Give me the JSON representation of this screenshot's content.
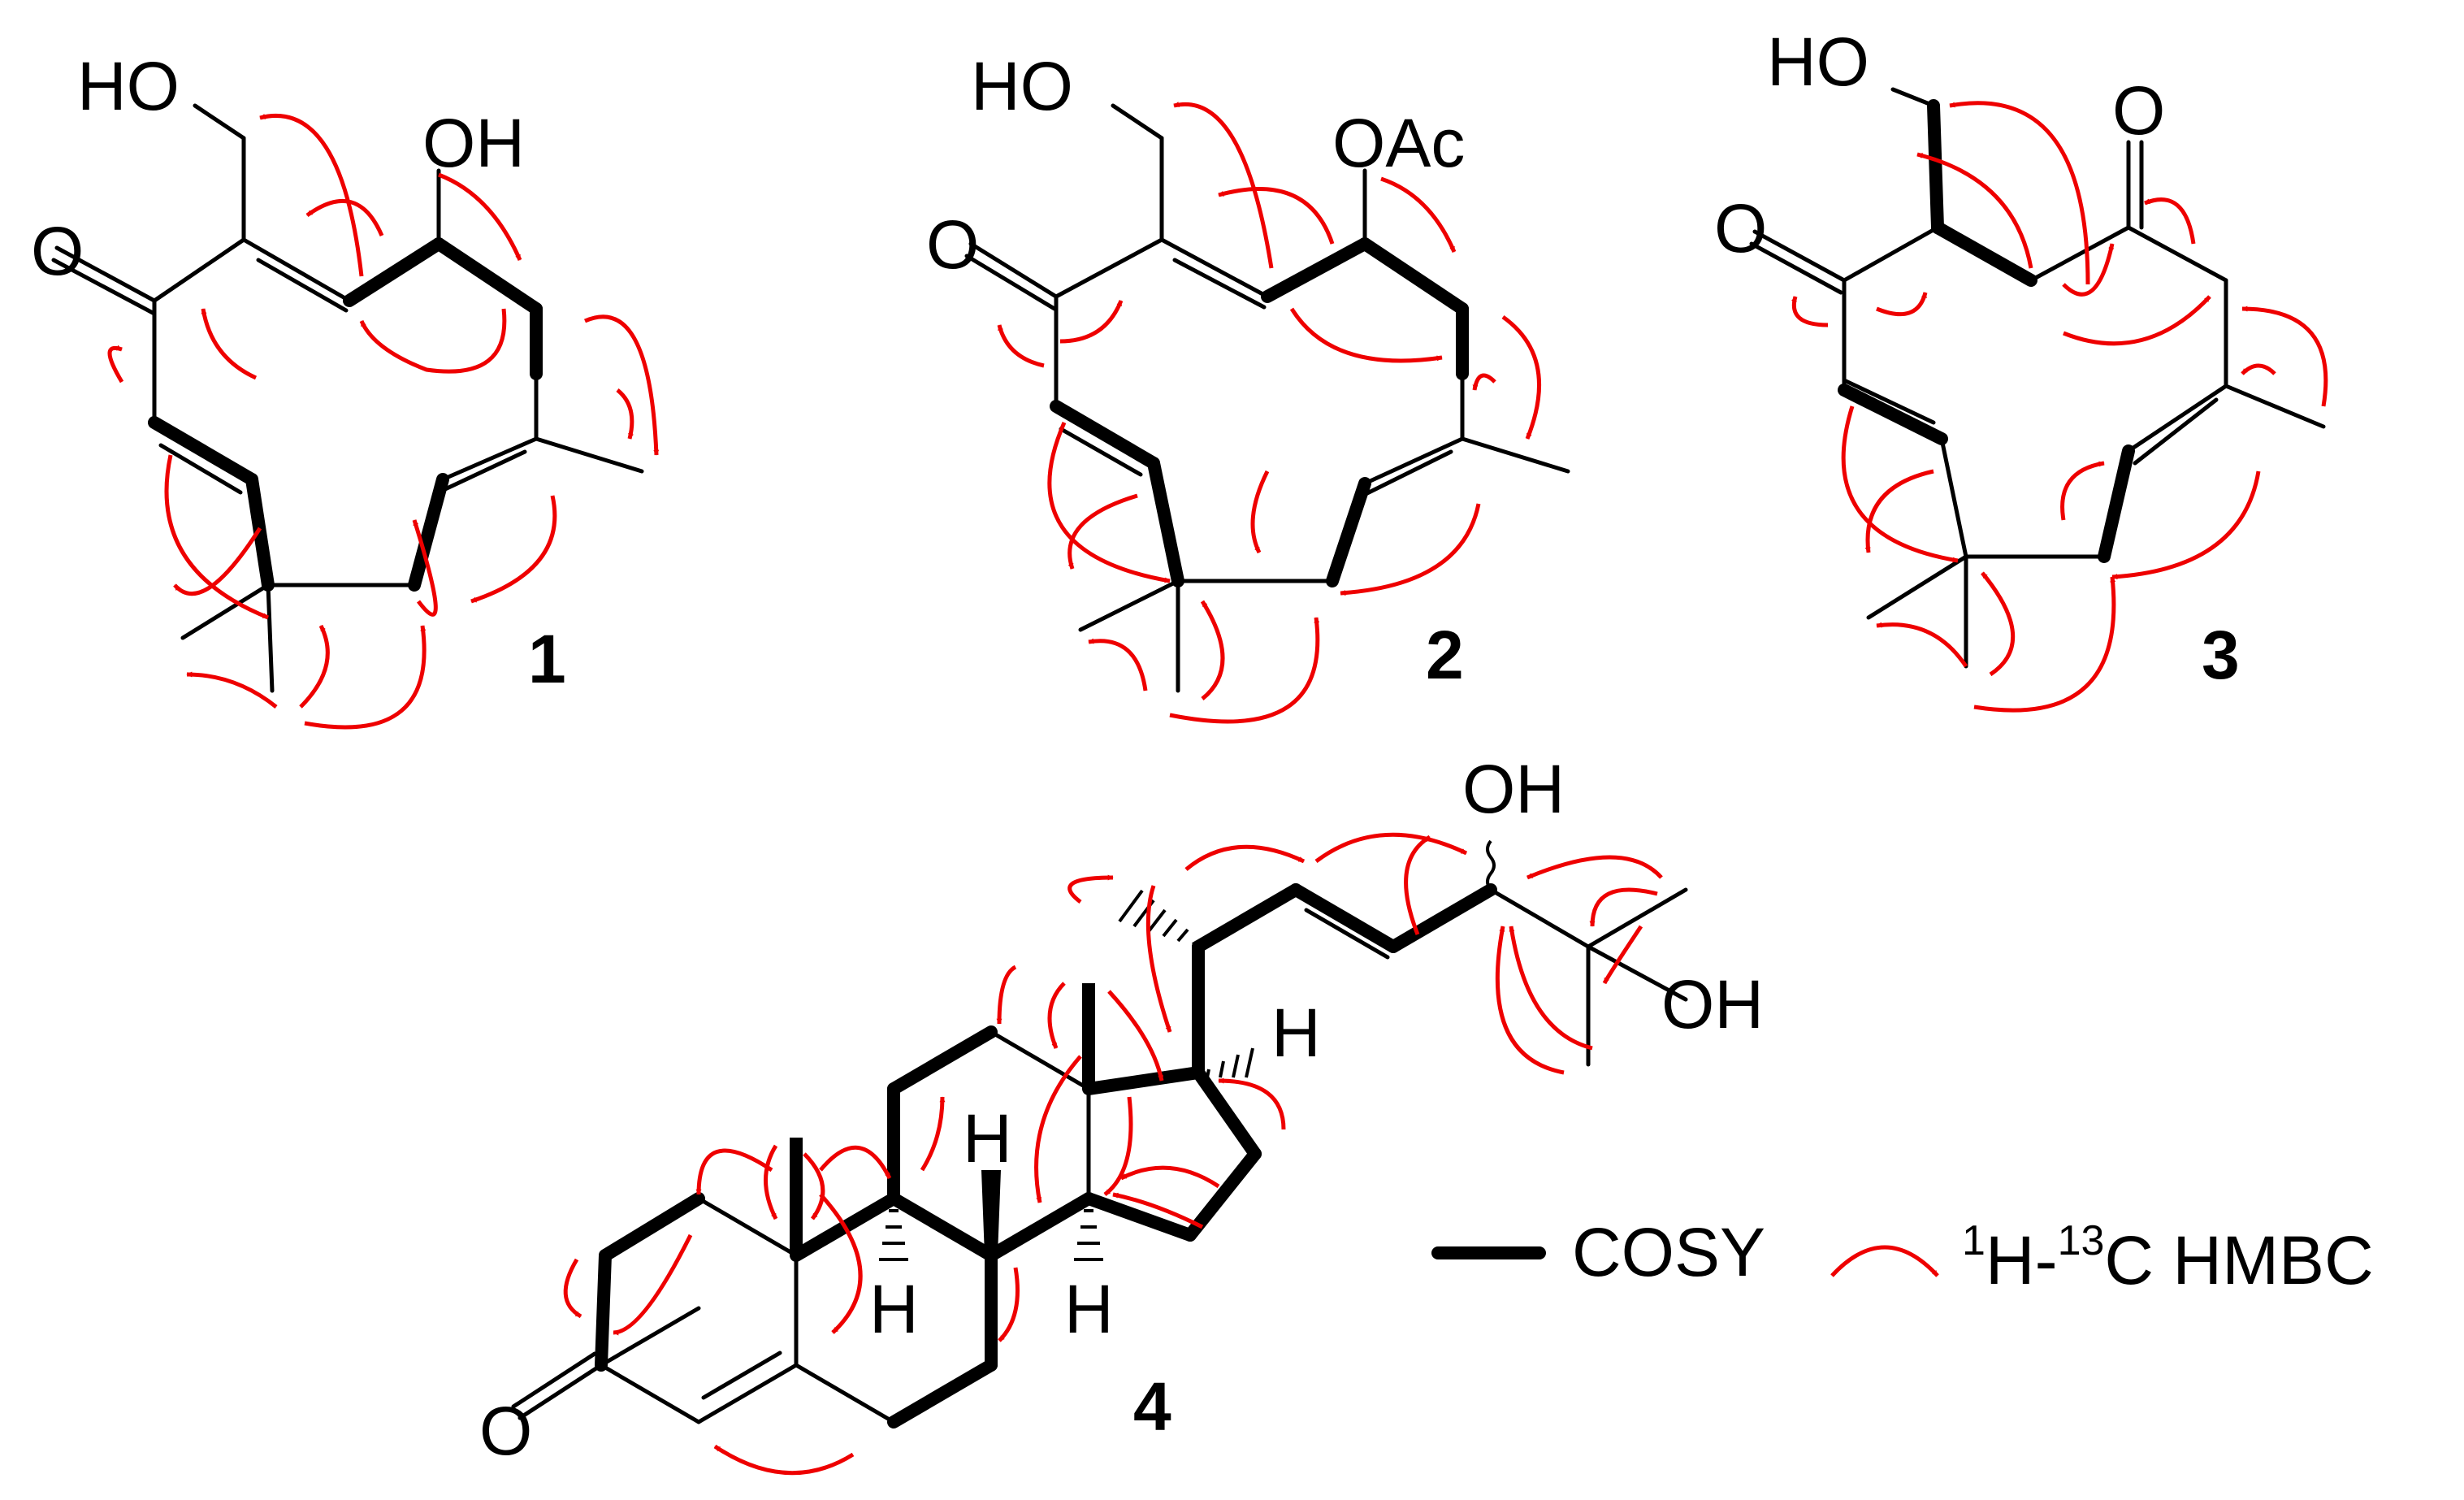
{
  "compounds": [
    {
      "label": "1",
      "substituents": [
        "HO",
        "OH",
        "O"
      ]
    },
    {
      "label": "2",
      "substituents": [
        "HO",
        "OAc",
        "O"
      ]
    },
    {
      "label": "3",
      "substituents": [
        "HO",
        "O",
        "O"
      ]
    },
    {
      "label": "4",
      "substituents": [
        "OH",
        "OH",
        "O",
        "H",
        "H",
        "H",
        "H"
      ]
    }
  ],
  "legend": {
    "cosy_label": "COSY",
    "hmbc_sup1": "1",
    "hmbc_mid": "H-",
    "hmbc_sup2": "13",
    "hmbc_tail": "C HMBC"
  },
  "colors": {
    "bond": "#000000",
    "hmbc_arrow": "#ee0000"
  }
}
